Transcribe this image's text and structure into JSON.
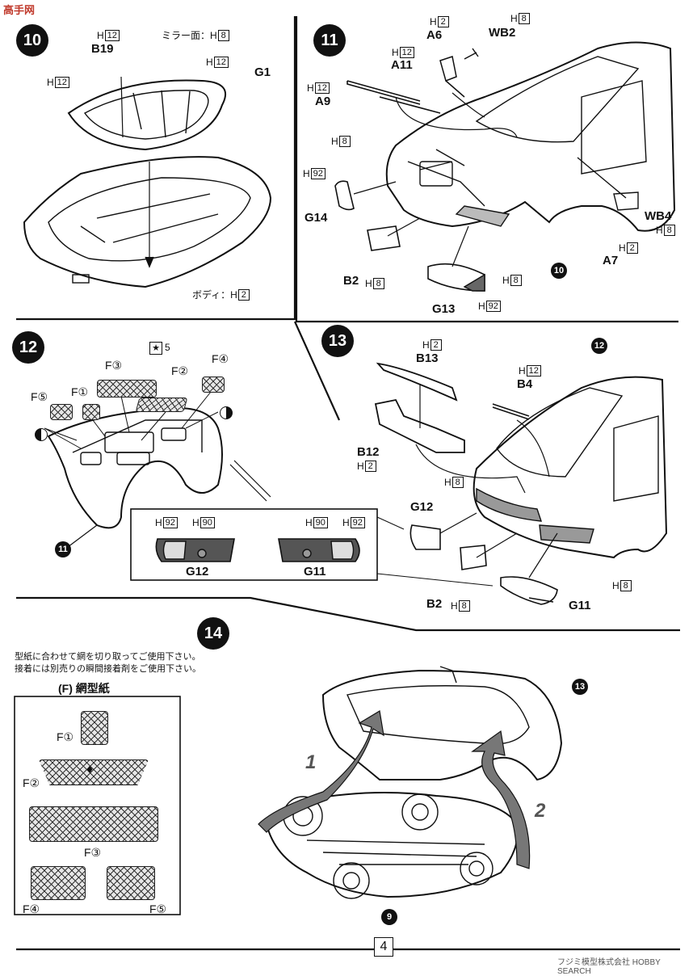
{
  "watermark_top": "高手网",
  "page_number": "4",
  "footer_text": "フジミ模型株式会社 HOBBY SEARCH",
  "steps": {
    "s10": {
      "num": "10",
      "b19": "B19",
      "b19_code": "H",
      "b19_box": "12",
      "mirror_text": "ミラー面：H",
      "mirror_box": "8",
      "g1": "G1",
      "g1_code": "H",
      "g1_box": "12",
      "body_text": "ボディ：H",
      "body_box": "2"
    },
    "s11": {
      "num": "11",
      "a6": "A6",
      "a6_code": "H",
      "a6_box": "2",
      "wb2": "WB2",
      "wb2_code": "H",
      "wb2_box": "8",
      "a11": "A11",
      "a11_code": "H",
      "a11_box": "12",
      "a9": "A9",
      "a9_code": "H",
      "a9_box": "12",
      "g14": "G14",
      "g14_code1": "H",
      "g14_box1": "8",
      "g14_code2": "H",
      "g14_box2": "92",
      "wb4": "WB4",
      "wb4_code": "H",
      "wb4_box": "8",
      "a7": "A7",
      "a7_code": "H",
      "a7_box": "2",
      "b2": "B2",
      "b2_code": "H",
      "b2_box": "8",
      "g13_code": "H",
      "g13_box": "8",
      "g13": "G13",
      "g13_code2": "H",
      "g13_box2": "92",
      "ref10": "10"
    },
    "s12": {
      "num": "12",
      "f3": "F③",
      "f2": "F②",
      "f4": "F④",
      "f5": "F⑤",
      "f1": "F①",
      "star_num": "5",
      "ref11": "11",
      "inset_g12": "G12",
      "inset_g11": "G11",
      "inset_h92_a": "H",
      "inset_box92_a": "92",
      "inset_h90_a": "H",
      "inset_box90_a": "90",
      "inset_h90_b": "H",
      "inset_box90_b": "90",
      "inset_h92_b": "H",
      "inset_box92_b": "92"
    },
    "s13": {
      "num": "13",
      "b13": "B13",
      "b13_code": "H",
      "b13_box": "2",
      "b4": "B4",
      "b4_code": "H",
      "b4_box": "12",
      "b12": "B12",
      "b12_code": "H",
      "b12_box": "2",
      "g12": "G12",
      "g12_code": "H",
      "g12_box": "8",
      "b2": "B2",
      "b2_code": "H",
      "b2_box": "8",
      "g11": "G11",
      "g11_code": "H",
      "g11_box": "8",
      "ref12": "12"
    },
    "s14": {
      "num": "14",
      "note1": "型紙に合わせて網を切り取ってご使用下さい。",
      "note2": "接着には別売りの瞬間接着剤をご使用下さい。",
      "template_title": "(F) 網型紙",
      "t_f1": "F①",
      "t_f2": "F②",
      "t_f3": "F③",
      "t_f4": "F④",
      "t_f5": "F⑤",
      "arrow1": "1",
      "arrow2": "2",
      "ref13": "13",
      "ref9": "9"
    }
  }
}
